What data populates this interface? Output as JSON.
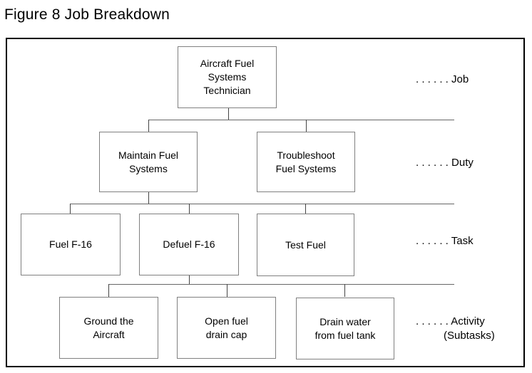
{
  "figure_title": "Figure 8 Job Breakdown",
  "diagram": {
    "nodes": {
      "job": {
        "label": "Aircraft Fuel\nSystems\nTechnician"
      },
      "maintain": {
        "label": "Maintain Fuel\nSystems"
      },
      "troubleshoot": {
        "label": "Troubleshoot\nFuel Systems"
      },
      "fuel": {
        "label": "Fuel F-16"
      },
      "defuel": {
        "label": "Defuel F-16"
      },
      "test": {
        "label": "Test Fuel"
      },
      "ground": {
        "label": "Ground the\nAircraft"
      },
      "open": {
        "label": "Open fuel\ndrain cap"
      },
      "drain": {
        "label": "Drain water\nfrom fuel tank"
      }
    },
    "level_labels": {
      "job": {
        "dots": ". . . . . . ",
        "label": "Job"
      },
      "duty": {
        "dots": ". . . . . . ",
        "label": "Duty"
      },
      "task": {
        "dots": ". . . . . . ",
        "label": "Task"
      },
      "activity": {
        "dots": ". . . . . . ",
        "label": "Activity",
        "sublabel": "(Subtasks)"
      }
    },
    "colors": {
      "background": "#ffffff",
      "frame_border": "#000000",
      "box_border": "#808080",
      "connector": "#555555",
      "text": "#000000"
    }
  }
}
